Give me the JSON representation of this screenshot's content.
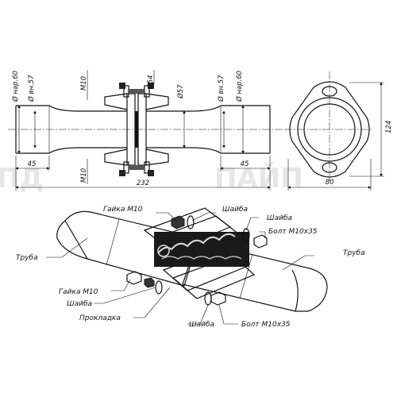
{
  "top_view": {
    "dims": {
      "d60_left": "Ø нар.60",
      "d57_left": "Ø вн.57",
      "m10_top": "M10",
      "d54": "Ø54",
      "d57_mid": "Ø57",
      "d57_right": "Ø вн.57",
      "d60_right": "Ø нар.60",
      "m10_bottom": "M10",
      "len45_left": "45",
      "len45_right": "45",
      "len232": "232",
      "height124": "124",
      "width80": "80"
    }
  },
  "exploded_view": {
    "labels": {
      "nut_top": "Гайка М10",
      "washer_top": "Шайба",
      "washer_right": "Шайба",
      "bolt_top": "Болт М10х35",
      "pipe_left": "Труба",
      "pipe_right": "Труба",
      "nut_bottom": "Гайка М10",
      "washer_bottom_left": "Шайба",
      "gasket": "Прокладка",
      "washer_bottom": "Шайба",
      "bolt_bottom": "Болт М10х35"
    }
  }
}
